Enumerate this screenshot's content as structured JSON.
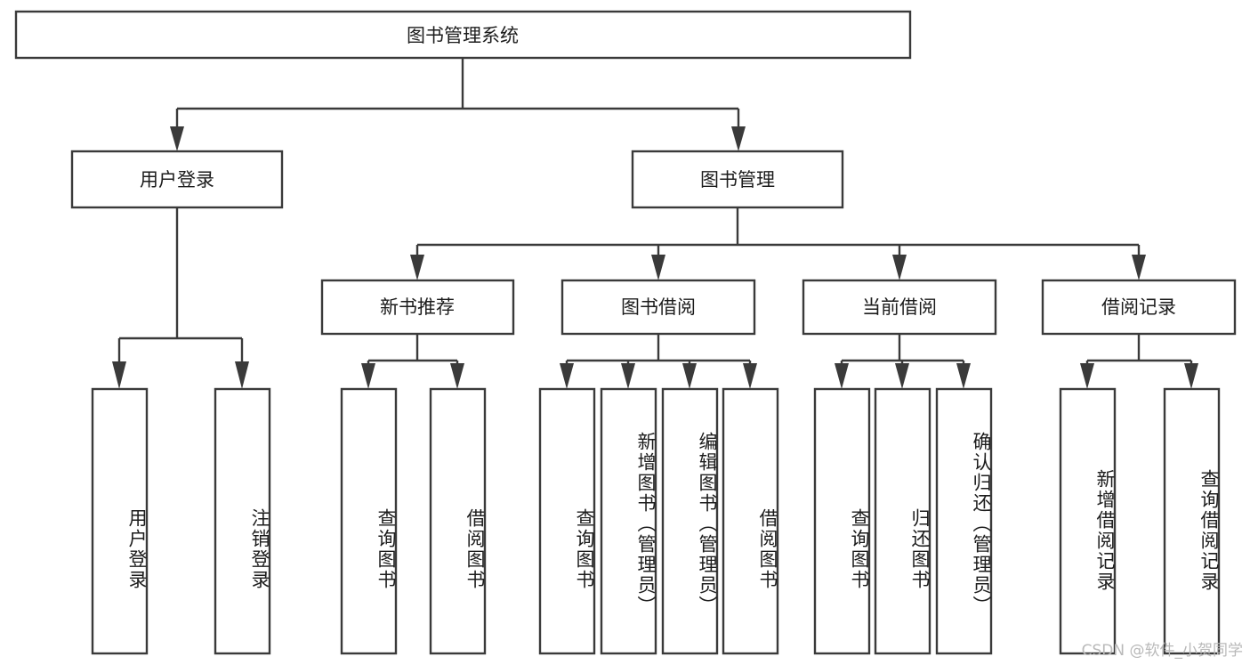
{
  "diagram": {
    "title": "图书管理系统",
    "type": "tree",
    "watermark": "CSDN @软件_小贺同学",
    "theme": {
      "background": "#ffffff",
      "box_fill": "#ffffff",
      "box_stroke": "#3a3a3a",
      "text_color": "#1c1c1c",
      "watermark_color": "#b9b9b9"
    },
    "root": {
      "id": "root",
      "label": "图书管理系统"
    },
    "level2": [
      {
        "id": "user-login",
        "label": "用户登录"
      },
      {
        "id": "book-manage",
        "label": "图书管理"
      }
    ],
    "level3": [
      {
        "id": "new-book-rec",
        "label": "新书推荐",
        "parent": "book-manage"
      },
      {
        "id": "book-borrow",
        "label": "图书借阅",
        "parent": "book-manage"
      },
      {
        "id": "current-borrow",
        "label": "当前借阅",
        "parent": "book-manage"
      },
      {
        "id": "borrow-record",
        "label": "借阅记录",
        "parent": "book-manage"
      }
    ],
    "leaves": [
      {
        "id": "leaf-user-login",
        "label": "用户登录",
        "parent": "user-login"
      },
      {
        "id": "leaf-logout-login",
        "label": "注销登录",
        "parent": "user-login"
      },
      {
        "id": "leaf-query-book-1",
        "label": "查询图书",
        "parent": "new-book-rec"
      },
      {
        "id": "leaf-borrow-book-1",
        "label": "借阅图书",
        "parent": "new-book-rec"
      },
      {
        "id": "leaf-query-book-2",
        "label": "查询图书",
        "parent": "book-borrow"
      },
      {
        "id": "leaf-add-book",
        "label": "新增图书（管理员）",
        "parent": "book-borrow"
      },
      {
        "id": "leaf-edit-book",
        "label": "编辑图书（管理员）",
        "parent": "book-borrow"
      },
      {
        "id": "leaf-borrow-book-2",
        "label": "借阅图书",
        "parent": "book-borrow"
      },
      {
        "id": "leaf-query-book-3",
        "label": "查询图书",
        "parent": "current-borrow"
      },
      {
        "id": "leaf-return-book",
        "label": "归还图书",
        "parent": "current-borrow"
      },
      {
        "id": "leaf-confirm-return",
        "label": "确认归还（管理员）",
        "parent": "current-borrow"
      },
      {
        "id": "leaf-add-record",
        "label": "新增借阅记录",
        "parent": "borrow-record"
      },
      {
        "id": "leaf-query-record",
        "label": "查询借阅记录",
        "parent": "borrow-record"
      }
    ]
  }
}
